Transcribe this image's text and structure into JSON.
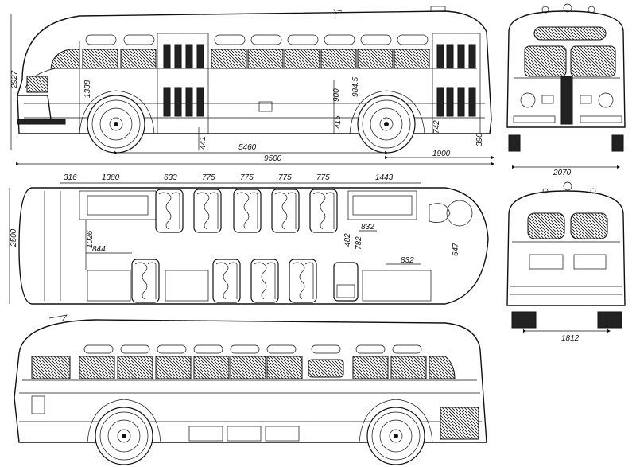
{
  "dimensions": {
    "height_total": "2927",
    "bumper_to_window": "1338",
    "front_overhang": "441",
    "floor_height": "900",
    "window_height": "984.5",
    "step_height": "415",
    "rear_step": "742",
    "rear_low": "390",
    "wheelbase": "5460",
    "length_total": "9500",
    "rear_overhang": "1900",
    "width_front": "2070",
    "width_rear_track": "1812",
    "width_body": "2500",
    "seat_pitch_1": "316",
    "seat_pitch_2": "1380",
    "seat_pitch_3": "633",
    "seat_pitch_4": "775",
    "seat_pitch_5": "775",
    "seat_pitch_6": "775",
    "seat_pitch_7": "775",
    "seat_pitch_8": "1443",
    "aisle_1026": "1026",
    "aisle_844": "844",
    "aisle_482": "482",
    "aisle_782": "782",
    "rear_832_top": "832",
    "rear_832_bottom": "832",
    "rear_647": "647"
  }
}
